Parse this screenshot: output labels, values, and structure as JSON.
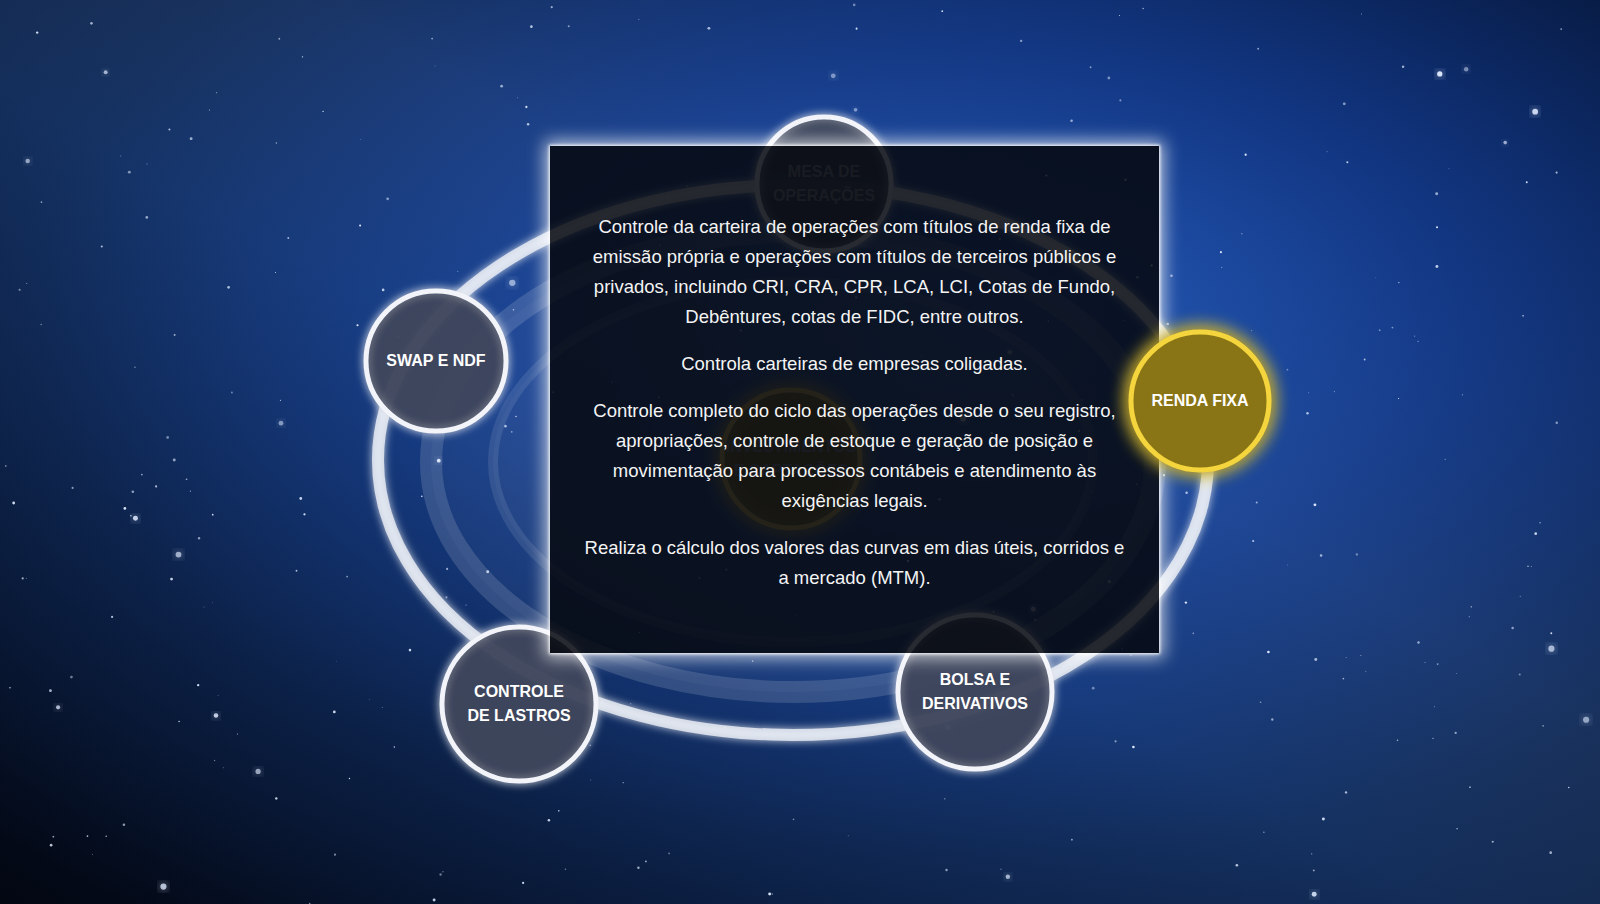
{
  "diagram": {
    "nodes": [
      {
        "text": [
          "MESA DE OPERAÇÕES"
        ]
      },
      {
        "text": [
          "Controle da carteira de operações com títulos de renda fixa de emissão própria e operações com títulos de terceiros públicos e privados, incluindo CRI, CRA, CPR, LCA, LCI, Cotas de Fundo, Debêntures, cotas de FIDC, entre outros.",
          "Controla carteiras de empresas coligadas.",
          "Controle completo do ciclo das operações desde o seu registro, apropriações, controle de estoque e geração de posição e movimentação para processos contábeis e atendimento às exigências legais.",
          "Realiza o cálculo dos valores das curvas em dias úteis, corridos e a mercado (MTM)."
        ]
      },
      {
        "text": [
          "SWAP E NDF"
        ]
      },
      {
        "text": [
          "RENDA FIXA"
        ]
      },
      {
        "text": [
          "INVESTIMENTOS E CAPTAÇÕES"
        ]
      },
      {
        "text": [
          "CONTROLE DE LASTROS"
        ]
      },
      {
        "text": [
          "BOLSA E DERIVATIVOS"
        ]
      }
    ]
  }
}
